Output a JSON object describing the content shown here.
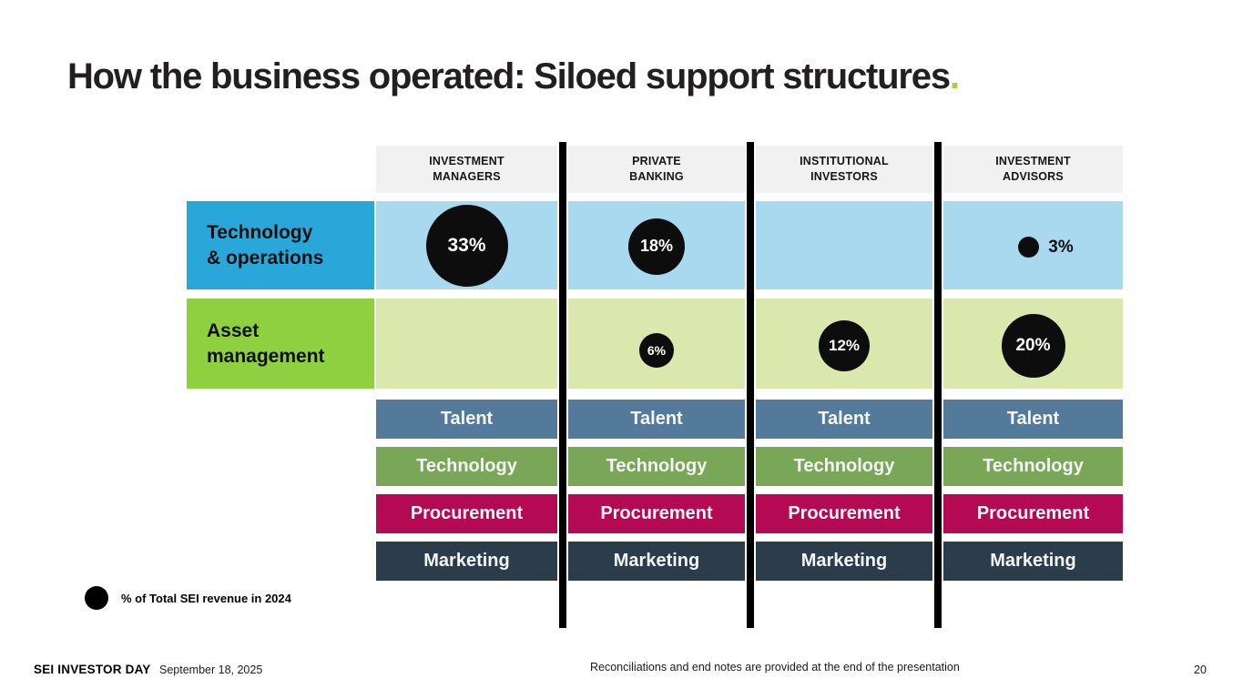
{
  "title": {
    "text": "How the business operated: Siloed support structures",
    "accent": "."
  },
  "columns": [
    {
      "header": "INVESTMENT\nMANAGERS"
    },
    {
      "header": "PRIVATE\nBANKING"
    },
    {
      "header": "INSTITUTIONAL\nINVESTORS"
    },
    {
      "header": "INVESTMENT\nADVISORS"
    }
  ],
  "business_rows": [
    {
      "label": "Technology\n& operations",
      "values": [
        "33%",
        "18%",
        "",
        "3%"
      ]
    },
    {
      "label": "Asset\nmanagement",
      "values": [
        "",
        "6%",
        "12%",
        "20%"
      ]
    }
  ],
  "support_functions": [
    "Talent",
    "Technology",
    "Procurement",
    "Marketing"
  ],
  "legend": {
    "marker": "black-circle",
    "label": "% of Total SEI revenue in 2024"
  },
  "footer": {
    "brand": "SEI INVESTOR DAY",
    "date": "September 18, 2025",
    "note": "Reconciliations and end notes are provided at the end of the presentation",
    "page_number": "20"
  },
  "colors": {
    "accent-green": "#a5ce39",
    "header-bg": "#f1f1f2",
    "row1-label": "#2aa7d9",
    "row1-bg": "#a9d9ee",
    "row2-label": "#8ed040",
    "row2-bg": "#dae8ad",
    "talent": "#537a9b",
    "technology": "#79a757",
    "procurement": "#b40a53",
    "marketing": "#2b3c4b",
    "bubble": "#0d0d0d"
  }
}
